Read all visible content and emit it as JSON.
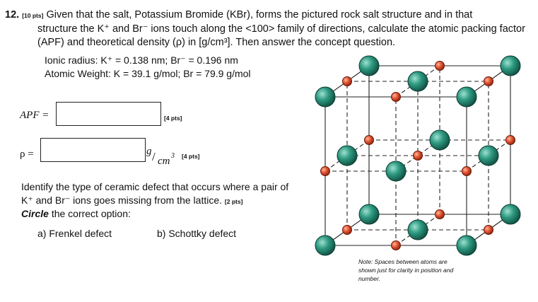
{
  "question": {
    "number": "12.",
    "points": "[10 pts]",
    "line1": "Given that the salt, Potassium Bromide (KBr), forms the pictured rock salt structure and in that",
    "line2": "structure the K⁺ and Br⁻ ions touch along the <100> family of directions, calculate the atomic packing factor",
    "line3": "(APF) and theoretical density (ρ) in [g/cm³]. Then answer the concept question."
  },
  "given": {
    "ionic_radius": "Ionic radius: K⁺ = 0.138 nm; Br⁻ = 0.196 nm",
    "atomic_weight": "Atomic Weight: K = 39.1 g/mol; Br = 79.9 g/mol"
  },
  "apf": {
    "label": "APF =",
    "points": "[4 pts]"
  },
  "density": {
    "label": "ρ =",
    "unit_num": "g",
    "unit_den": "cm",
    "unit_exp": "3",
    "points": "[4 pts]"
  },
  "concept": {
    "line1": "Identify the type of ceramic defect that occurs where a pair of",
    "line2": "K⁺ and Br⁻ ions goes missing from the lattice.",
    "points": "[2 pts]",
    "circle_word": "Circle",
    "circle_rest": "the correct option:",
    "option_a": "a) Frenkel defect",
    "option_b": "b) Schottky defect"
  },
  "note": "Note: Spaces between atoms are shown just for clarity in position and number.",
  "colors": {
    "large_ion": "#2e9a82",
    "small_ion": "#e0502e",
    "line": "#222222"
  }
}
